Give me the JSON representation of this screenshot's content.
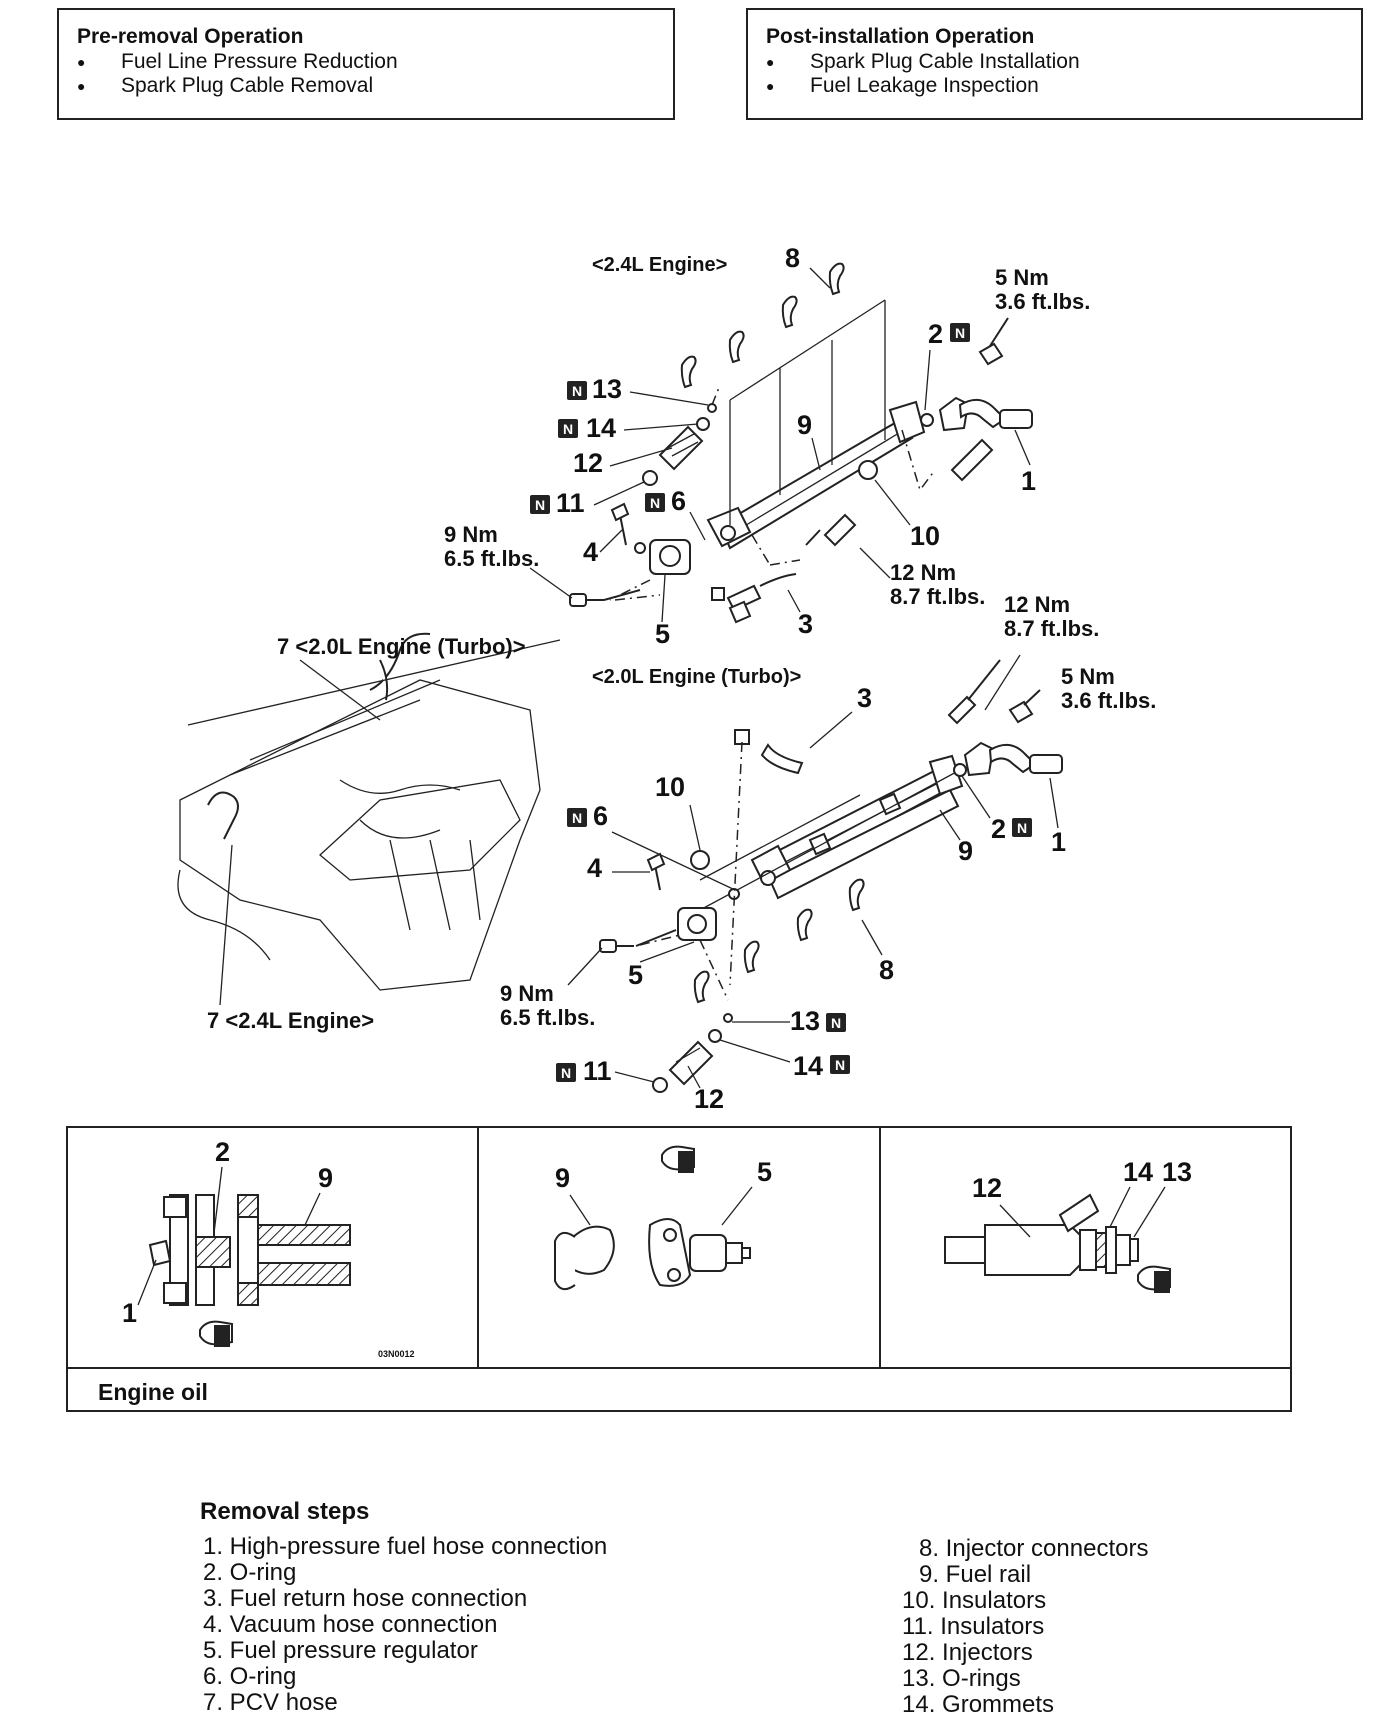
{
  "pre_removal": {
    "title": "Pre-removal Operation",
    "items": [
      "Fuel Line Pressure Reduction",
      "Spark Plug Cable Removal"
    ]
  },
  "post_installation": {
    "title": "Post-installation Operation",
    "items": [
      "Spark Plug Cable Installation",
      "Fuel Leakage Inspection"
    ]
  },
  "diagram": {
    "engine_24_heading": "<2.4L Engine>",
    "engine_20_heading": "<2.0L Engine (Turbo)>",
    "pcv_20_label": "7 <2.0L Engine (Turbo)>",
    "pcv_24_label": "7 <2.4L Engine>",
    "torque_5nm": [
      "5 Nm",
      "3.6 ft.lbs."
    ],
    "torque_9nm": [
      "9 Nm",
      "6.5 ft.lbs."
    ],
    "torque_12nm": [
      "12 Nm",
      "8.7 ft.lbs."
    ],
    "new_part_badge": "N",
    "callouts": [
      "1",
      "2",
      "3",
      "4",
      "5",
      "6",
      "8",
      "9",
      "10",
      "11",
      "12",
      "13",
      "14"
    ]
  },
  "detail_panel": {
    "footer": "Engine oil",
    "code": "03N0012",
    "panel1_labels": [
      "1",
      "2",
      "9"
    ],
    "panel2_labels": [
      "9",
      "5"
    ],
    "panel3_labels": [
      "12",
      "14",
      "13"
    ]
  },
  "removal": {
    "title": "Removal steps",
    "left": [
      "1. High-pressure fuel hose connection",
      "2. O-ring",
      "3. Fuel return hose connection",
      "4. Vacuum hose connection",
      "5. Fuel pressure regulator",
      "6. O-ring",
      "7. PCV hose"
    ],
    "right": [
      "8. Injector connectors",
      "9. Fuel rail",
      "10. Insulators",
      "11. Insulators",
      "12. Injectors",
      "13. O-rings",
      "14. Grommets"
    ]
  }
}
